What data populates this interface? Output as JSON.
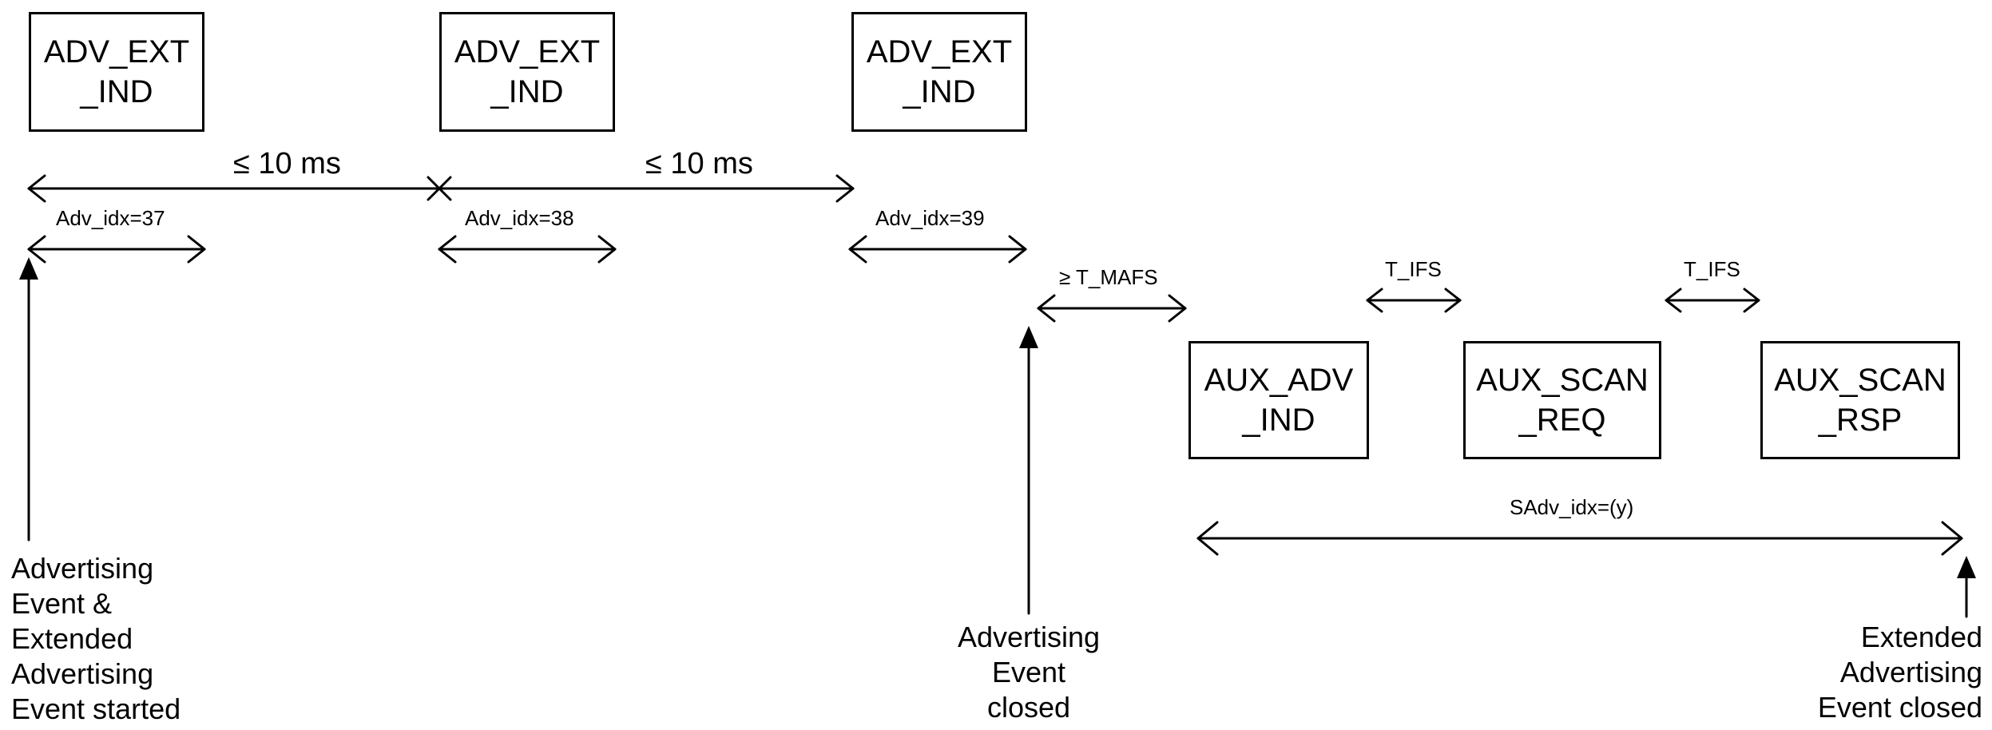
{
  "colors": {
    "stroke": "#000000",
    "background": "#ffffff"
  },
  "boxes": {
    "adv_ext_ind_1": {
      "line1": "ADV_EXT",
      "line2": "_IND"
    },
    "adv_ext_ind_2": {
      "line1": "ADV_EXT",
      "line2": "_IND"
    },
    "adv_ext_ind_3": {
      "line1": "ADV_EXT",
      "line2": "_IND"
    },
    "aux_adv_ind": {
      "line1": "AUX_ADV",
      "line2": "_IND"
    },
    "aux_scan_req": {
      "line1": "AUX_SCAN",
      "line2": "_REQ"
    },
    "aux_scan_rsp": {
      "line1": "AUX_SCAN",
      "line2": "_RSP"
    }
  },
  "intervals": {
    "period_1": "≤ 10 ms",
    "period_2": "≤ 10 ms",
    "adv_idx_37": "Adv_idx=37",
    "adv_idx_38": "Adv_idx=38",
    "adv_idx_39": "Adv_idx=39",
    "t_mafs": "≥ T_MAFS",
    "t_ifs_1": "T_IFS",
    "t_ifs_2": "T_IFS",
    "sadv_idx": "SAdv_idx=(y)"
  },
  "events": {
    "start": [
      "Advertising",
      "Event &",
      "Extended",
      "Advertising",
      "Event started"
    ],
    "adv_closed": [
      "Advertising",
      "Event",
      "closed"
    ],
    "ext_closed": [
      "Extended",
      "Advertising",
      "Event closed"
    ]
  }
}
